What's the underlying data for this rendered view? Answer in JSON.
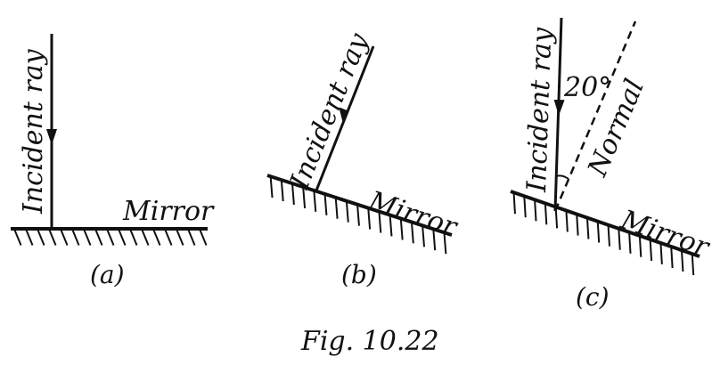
{
  "panels": [
    {
      "incident_label": "Incident ray",
      "mirror_label": "Mirror",
      "caption": "(a)"
    },
    {
      "incident_label": "Incident ray",
      "mirror_label": "Mirror",
      "caption": "(b)"
    },
    {
      "incident_label": "Incident ray",
      "mirror_label": "Mirror",
      "caption": "(c)",
      "normal_label": "Normal",
      "angle_label": "20°"
    }
  ],
  "figure_caption": "Fig. 10.22",
  "colors": {
    "ink": "#111111",
    "background": "#ffffff"
  }
}
